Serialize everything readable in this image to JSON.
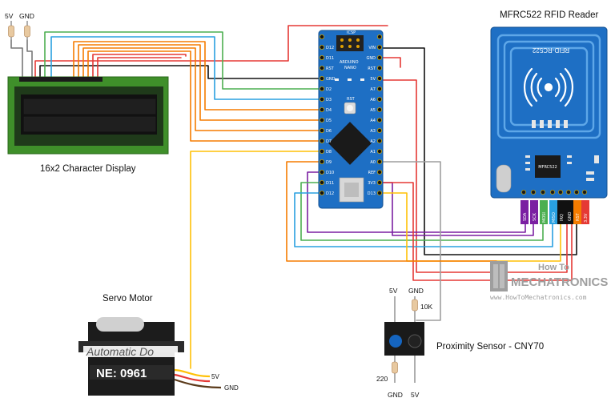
{
  "labels": {
    "top_5v": "5V",
    "top_gnd": "GND",
    "lcd": "16x2 Character Display",
    "rfid": "MFRC522 RFID Reader",
    "servo": "Servo Motor",
    "prox": "Proximity Sensor - CNY70",
    "prox_5v": "5V",
    "prox_gnd": "GND",
    "res_10k": "10K",
    "res_220": "220",
    "bot_gnd": "GND",
    "bot_5v": "5V",
    "servo_5v": "5V",
    "servo_gnd": "GND",
    "logo_line1": "How To",
    "logo_line2": "MECHATRONICS",
    "logo_url": "www.HowToMechatronics.com",
    "servo_sticker_1": "Automatic Do",
    "servo_sticker_2": "NE: 0961"
  },
  "arduino": {
    "name1": "ARDUINO",
    "name2": "NANO",
    "icsp": "ICSP",
    "reset": "RST",
    "left_pins": [
      "D12",
      "D11",
      "RST",
      "GND",
      "D2",
      "D3",
      "D4",
      "D5",
      "D6",
      "D7",
      "D8",
      "D9",
      "D10",
      "D11",
      "D12"
    ],
    "right_pins": [
      "VIN",
      "GND",
      "RST",
      "5V",
      "A7",
      "A6",
      "A5",
      "A4",
      "A3",
      "A2",
      "A1",
      "A0",
      "REF",
      "3V3",
      "D13"
    ]
  },
  "rfid": {
    "board_title": "RFID-RC522",
    "chip": "MFRC522",
    "pins": [
      "SDA",
      "SCK",
      "MOSI",
      "MISO",
      "IRQ",
      "GND",
      "RST",
      "3.3V"
    ]
  },
  "colors": {
    "board_blue": "#1e6fc4",
    "lcd_green": "#3f8f2a",
    "wire_red": "#e53935",
    "wire_orange": "#f57c00",
    "wire_yellow": "#ffc107",
    "wire_green": "#4caf50",
    "wire_blue": "#29a0e0",
    "wire_purple": "#7b1fa2",
    "wire_black": "#111111",
    "wire_gray": "#9e9e9e"
  }
}
